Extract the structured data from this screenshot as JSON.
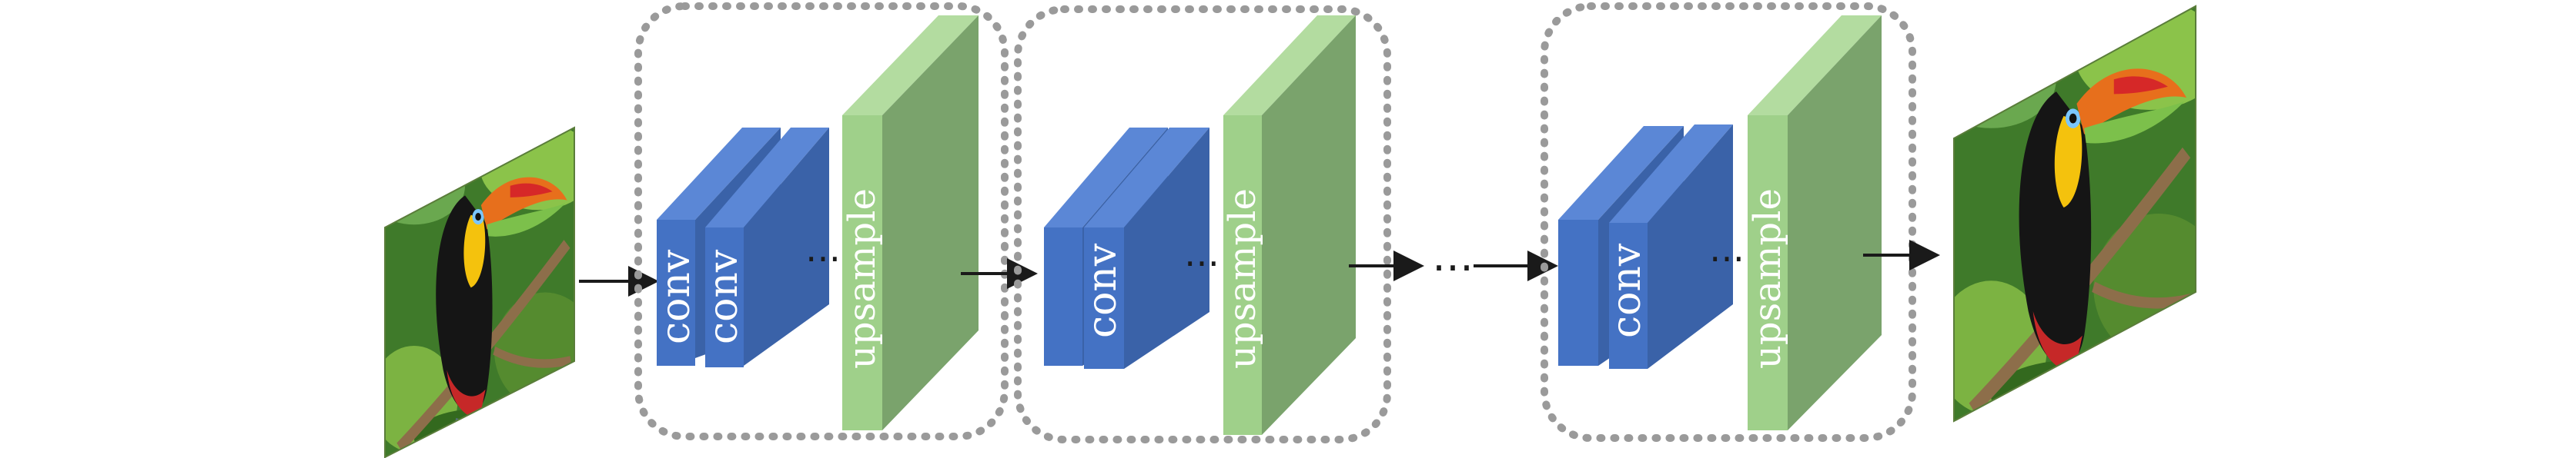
{
  "diagram": {
    "stages": [
      {
        "conv_labels": [
          "conv",
          "conv"
        ],
        "ellipsis": "…",
        "upsample_label": "upsample"
      },
      {
        "conv_labels": [
          "conv"
        ],
        "ellipsis": "…",
        "upsample_label": "upsample"
      },
      {
        "conv_labels": [
          "conv"
        ],
        "ellipsis": "…",
        "upsample_label": "upsample"
      }
    ],
    "between_ellipsis": "…",
    "colors": {
      "conv_front": "#4472c4",
      "conv_side": "#3a62a8",
      "conv_top": "#5b87d6",
      "upsample_front": "#9fd08a",
      "upsample_side": "#7aa36c",
      "upsample_top": "#b3dca0",
      "dashed_border": "#9a9a9a",
      "arrow": "#1a1a1a"
    },
    "icons": {
      "input_image": "toucan-low-resolution-image",
      "output_image": "toucan-high-resolution-image"
    }
  }
}
